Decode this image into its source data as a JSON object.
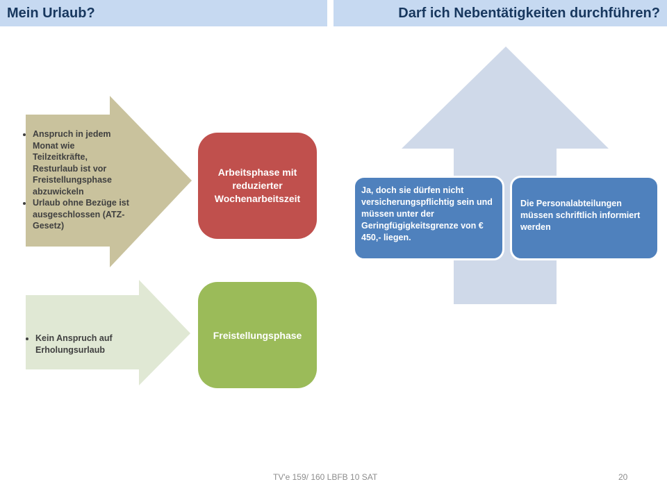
{
  "header": {
    "left_title": "Mein Urlaub?",
    "right_title": "Darf ich Nebentätigkeiten durchführen?"
  },
  "left_panel": {
    "arrow1_bullets": [
      "Anspruch in jedem Monat wie Teilzeitkräfte, Resturlaub ist vor Freistellungsphase abzuwickeln",
      "Urlaub ohne Bezüge ist ausgeschlossen (ATZ- Gesetz)"
    ],
    "arrow2_bullets": [
      "Kein Anspruch auf Erholungsurlaub"
    ],
    "box_work_phase": "Arbeitsphase mit reduzierter Wochenarbeitszeit",
    "box_release_phase": "Freistellungsphase"
  },
  "right_panel": {
    "box_left": "Ja, doch sie dürfen nicht versicherungspflichtig sein und  müssen unter der Geringfügigkeitsgrenze von € 450,- liegen.",
    "box_right": "Die Personalabteilungen müssen schriftlich informiert werden"
  },
  "footer": {
    "text": "TV'e 159/ 160 LBFB 10 SAT",
    "page_number": "20"
  },
  "colors": {
    "header_bg": "#c6d9f1",
    "header_text": "#17375e",
    "arrow_tan": "#c9c29d",
    "arrow_light_green": "#e0e8d4",
    "up_arrow": "#cfd9e9",
    "box_red": "#c0504d",
    "box_green": "#9bbb59",
    "box_blue": "#4f81bd"
  }
}
